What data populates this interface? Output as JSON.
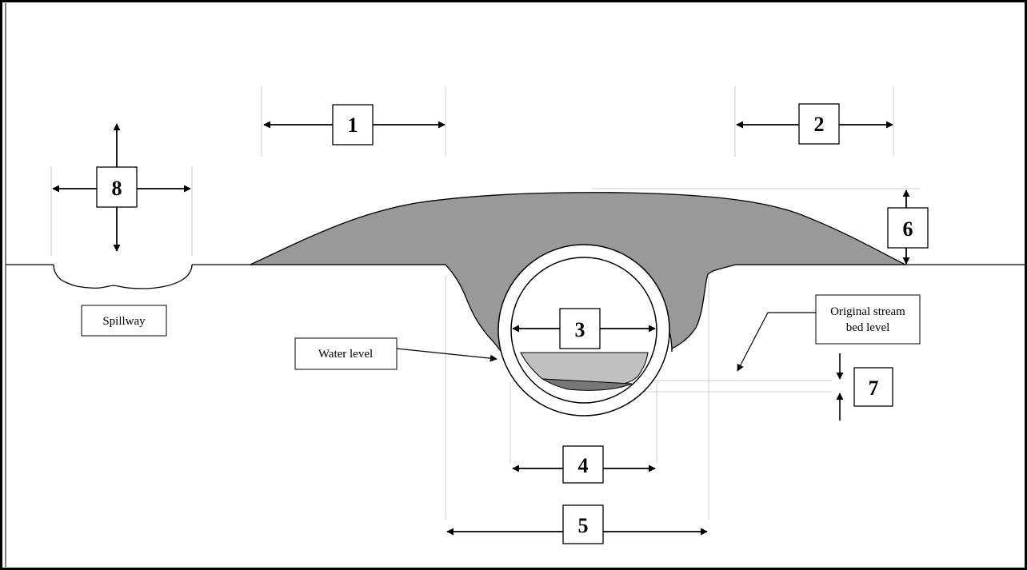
{
  "labels": {
    "spillway": "Spillway",
    "water_level": "Water level",
    "original_stream_line1": "Original stream",
    "original_stream_line2": "bed level"
  },
  "dimension_numbers": [
    "1",
    "2",
    "3",
    "4",
    "5",
    "6",
    "7",
    "8"
  ],
  "colors": {
    "fill": "#999999",
    "water": "#c0c0c0",
    "sediment": "#777777",
    "guide": "#cccccc",
    "line": "#000000"
  }
}
